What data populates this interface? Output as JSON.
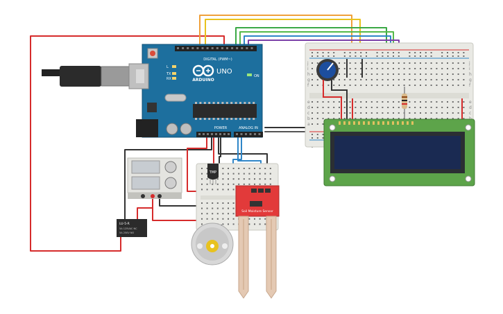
{
  "arduino": {
    "brand": "ARDUINO",
    "model": "UNO",
    "digital_label": "DIGITAL (PWM~)",
    "power_label": "POWER",
    "analog_label": "ANALOG IN",
    "on_label": "ON",
    "tx_label": "TX",
    "rx_label": "RX",
    "l_label": "L",
    "color": "#1d6f9e"
  },
  "temp_sensor": {
    "label": "TMP"
  },
  "soil_sensor": {
    "label": "Soil Moisture Sensor",
    "color": "#e23a3a"
  },
  "relay": {
    "label": "LU-5-R",
    "line1": "5A 125VAC NC",
    "line2": "5A 250V NO"
  },
  "breadboard": {
    "row_labels_top": [
      "j",
      "i",
      "h",
      "g",
      "f"
    ],
    "row_labels_bottom": [
      "e",
      "d",
      "c",
      "b",
      "a"
    ]
  },
  "wire_colors": {
    "red": "#d62b2b",
    "black": "#333333",
    "orange": "#f0a03a",
    "yellow": "#e8c21d",
    "green": "#3aa845",
    "blue": "#2f86c8",
    "purple": "#7b3fa7",
    "teal": "#1aa5a5"
  }
}
